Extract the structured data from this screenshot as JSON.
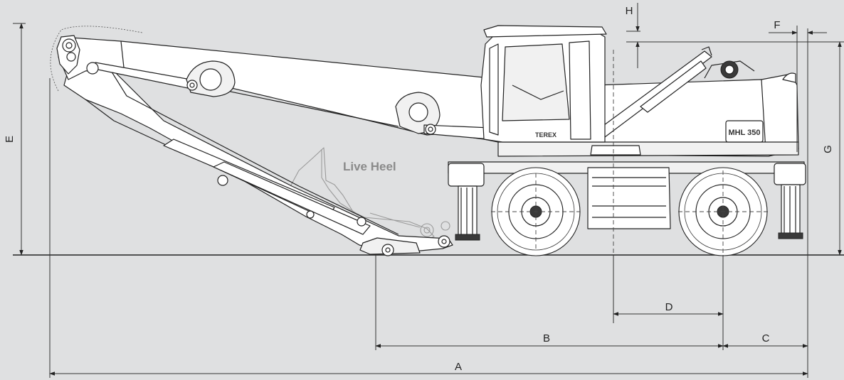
{
  "diagram": {
    "dimension_labels": {
      "A": "A",
      "B": "B",
      "C": "C",
      "D": "D",
      "E": "E",
      "F": "F",
      "G": "G",
      "H": "H"
    },
    "annotation": "Live Heel",
    "machine_brand": "TEREX",
    "model_badge": "MHL 350"
  }
}
